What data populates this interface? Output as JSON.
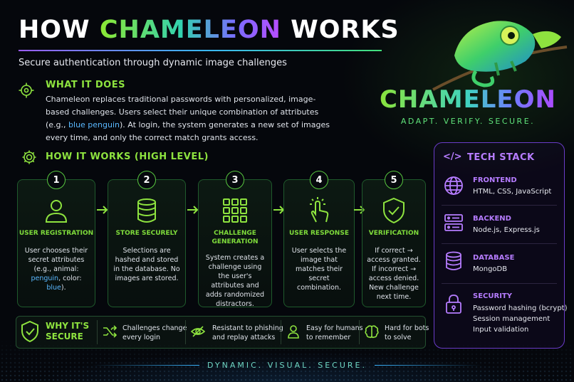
{
  "header": {
    "title_prefix": "HOW ",
    "title_highlight": "CHAMELEON",
    "title_suffix": " WORKS",
    "subtitle": "Secure authentication through dynamic image challenges"
  },
  "what": {
    "heading": "WHAT IT DOES",
    "body_1": "Chameleon replaces traditional passwords with personalized, image-based challenges. Users select their unique combination of attributes (e.g., ",
    "body_highlight": "blue penguin",
    "body_2": "). At login, the system generates a new set of images every time, and only the correct match grants access."
  },
  "logo": {
    "word": "CHAMELEON",
    "tagline": "ADAPT. VERIFY. SECURE."
  },
  "how": {
    "heading": "HOW IT WORKS (HIGH LEVEL)",
    "steps": [
      {
        "num": "1",
        "title": "USER REGISTRATION",
        "body_1": "User chooses their secret attributes (e.g., animal: ",
        "hl_1": "penguin",
        "body_2": ", color: ",
        "hl_2": "blue",
        "body_3": ").",
        "icon": "user-icon"
      },
      {
        "num": "2",
        "title": "STORE SECURELY",
        "body": "Selections are hashed and stored in the database. No images are stored.",
        "icon": "database-icon"
      },
      {
        "num": "3",
        "title_1": "CHALLENGE",
        "title_2": "GENERATION",
        "body": "System creates a challenge using the user's attributes and adds randomized distractors.",
        "icon": "grid-icon"
      },
      {
        "num": "4",
        "title": "USER RESPONSE",
        "body": "User selects the image that matches their secret combination.",
        "icon": "tap-hand-icon"
      },
      {
        "num": "5",
        "title": "VERIFICATION",
        "body": "If correct → access granted. If incorrect → access denied. New challenge next time.",
        "icon": "shield-check-icon"
      }
    ]
  },
  "why": {
    "heading_1": "WHY IT'S",
    "heading_2": "SECURE",
    "items": [
      {
        "line_1": "Challenges change",
        "line_2": "every login",
        "icon": "shuffle-icon"
      },
      {
        "line_1": "Resistant to phishing",
        "line_2": "and replay attacks",
        "icon": "eye-off-icon"
      },
      {
        "line_1": "Easy for humans",
        "line_2": "to remember",
        "icon": "person-icon"
      },
      {
        "line_1": "Hard for bots",
        "line_2": "to solve",
        "icon": "brain-icon"
      }
    ]
  },
  "tech": {
    "icon_text": "</>",
    "heading": "TECH STACK",
    "items": [
      {
        "name": "FRONTEND",
        "lines": [
          "HTML, CSS, JavaScript"
        ],
        "icon": "globe-icon"
      },
      {
        "name": "BACKEND",
        "lines": [
          "Node.js, Express.js"
        ],
        "icon": "server-icon"
      },
      {
        "name": "DATABASE",
        "lines": [
          "MongoDB"
        ],
        "icon": "database-icon"
      },
      {
        "name": "SECURITY",
        "lines": [
          "Password hashing (bcrypt)",
          "Session management",
          "Input validation"
        ],
        "icon": "lock-icon"
      }
    ]
  },
  "footer": "DYNAMIC. VISUAL. SECURE.",
  "colors": {
    "accent_green": "#8ee33f",
    "accent_purple": "#b67cff",
    "accent_blue": "#5ab8ff"
  }
}
